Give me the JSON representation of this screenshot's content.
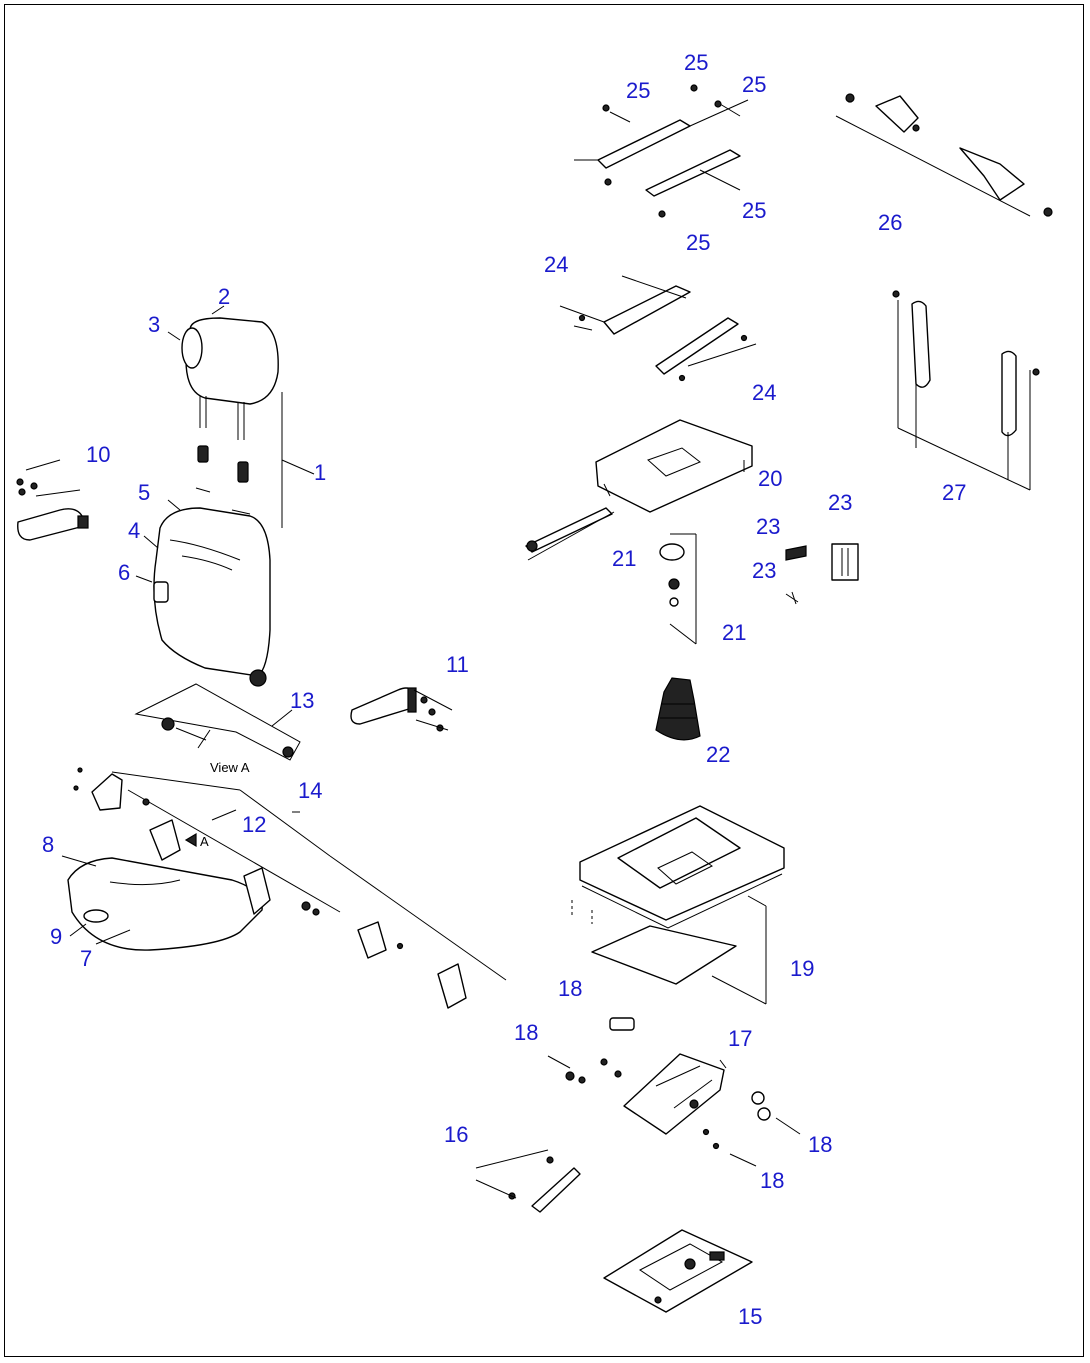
{
  "diagram": {
    "labels": [
      "1",
      "2",
      "3",
      "4",
      "5",
      "6",
      "7",
      "8",
      "9",
      "10",
      "11",
      "12",
      "13",
      "14",
      "15",
      "16",
      "17",
      "18",
      "18",
      "18",
      "18",
      "19",
      "20",
      "21",
      "21",
      "22",
      "23",
      "23",
      "23",
      "24",
      "24",
      "25",
      "25",
      "25",
      "25",
      "25",
      "26",
      "27"
    ],
    "annotations": {
      "view_a": "View A",
      "arrow_a": "A"
    },
    "colors": {
      "callout": "#1a1acc",
      "line": "#000000",
      "background": "#ffffff"
    }
  }
}
